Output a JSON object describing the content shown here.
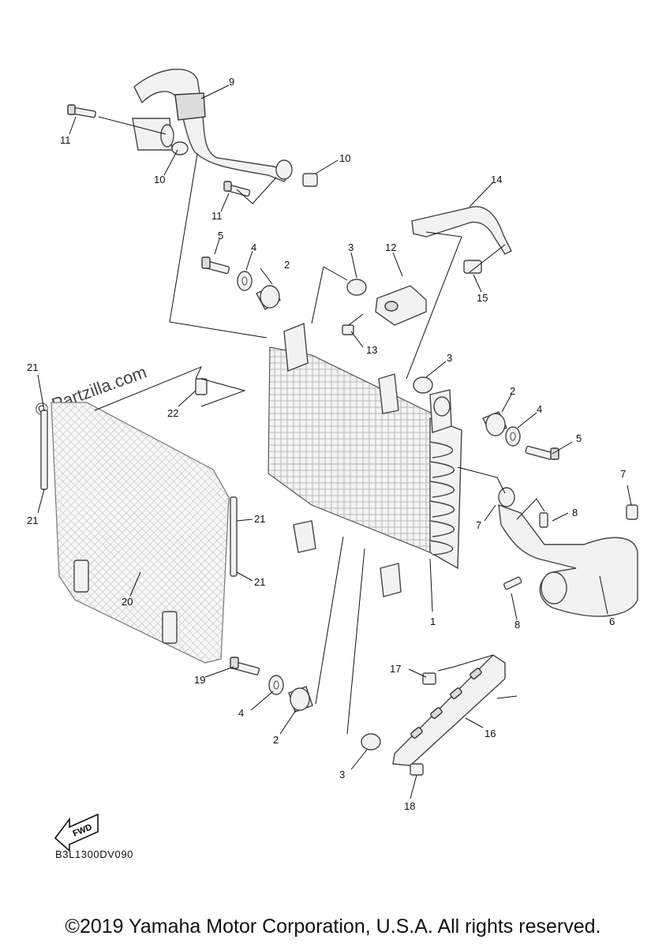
{
  "diagram_code": "B3L1300DV090",
  "copyright": "©2019 Yamaha Motor Corporation, U.S.A. All rights reserved.",
  "watermark": "© Partzilla.com",
  "fwd_label": "FWD",
  "callouts": {
    "c1": "1",
    "c2a": "2",
    "c2b": "2",
    "c2c": "2",
    "c3a": "3",
    "c3b": "3",
    "c3c": "3",
    "c4a": "4",
    "c4b": "4",
    "c4c": "4",
    "c5a": "5",
    "c5b": "5",
    "c6": "6",
    "c7a": "7",
    "c7b": "7",
    "c8a": "8",
    "c8b": "8",
    "c9": "9",
    "c10a": "10",
    "c10b": "10",
    "c11a": "11",
    "c11b": "11",
    "c12": "12",
    "c13": "13",
    "c14": "14",
    "c15": "15",
    "c16": "16",
    "c17": "17",
    "c18": "18",
    "c19": "19",
    "c20": "20",
    "c21a": "21",
    "c21b": "21",
    "c21c": "21",
    "c21d": "21",
    "c22": "22"
  }
}
